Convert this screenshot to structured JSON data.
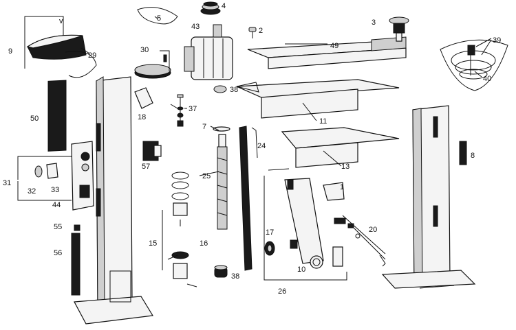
{
  "colors": {
    "ink": "#111111",
    "paper": "#ffffff",
    "shade": "#1a1a1a",
    "metal": "#cfcfcf"
  },
  "callouts": {
    "c1": "1",
    "c2": "2",
    "c3": "3",
    "c4": "4",
    "c5": "5",
    "c7": "7",
    "c8": "8",
    "c9": "9",
    "c10": "10",
    "c11": "11",
    "c13": "13",
    "c15": "15",
    "c16": "16",
    "c17": "17",
    "c18": "18",
    "c20": "20",
    "c24": "24",
    "c25": "25",
    "c26": "26",
    "c29": "29",
    "c30": "30",
    "c31": "31",
    "c32": "32",
    "c33": "33",
    "c37": "37",
    "c38a": "38",
    "c38b": "38",
    "c39": "39",
    "c40": "40",
    "c43": "43",
    "c44": "44",
    "c49": "49",
    "c50": "50",
    "c55": "55",
    "c56": "56",
    "c57": "57"
  }
}
